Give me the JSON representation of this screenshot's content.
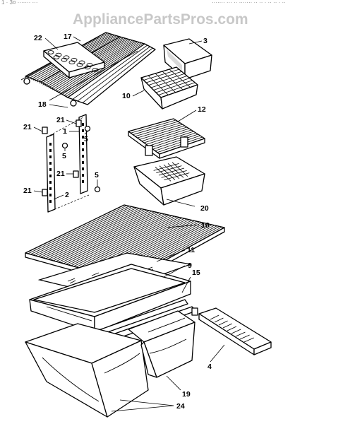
{
  "header": {
    "left_text": "1 · 3¤ ·······  ···",
    "right_text": "······· ··· ·· ·······  ·· ·· · ·· ·· · ··"
  },
  "watermark": {
    "text": "AppliancePartsPros.com"
  },
  "callouts": [
    {
      "id": "22",
      "text": "22"
    },
    {
      "id": "17",
      "text": "17"
    },
    {
      "id": "3",
      "text": "3"
    },
    {
      "id": "10",
      "text": "10"
    },
    {
      "id": "18",
      "text": "18"
    },
    {
      "id": "12",
      "text": "12"
    },
    {
      "id": "21a",
      "text": "21"
    },
    {
      "id": "21b",
      "text": "21"
    },
    {
      "id": "1",
      "text": "1"
    },
    {
      "id": "5a",
      "text": "5"
    },
    {
      "id": "5b",
      "text": "5"
    },
    {
      "id": "21c",
      "text": "21"
    },
    {
      "id": "5c",
      "text": "5"
    },
    {
      "id": "21d",
      "text": "21"
    },
    {
      "id": "2",
      "text": "2"
    },
    {
      "id": "20",
      "text": "20"
    },
    {
      "id": "16",
      "text": "16"
    },
    {
      "id": "11",
      "text": "11"
    },
    {
      "id": "9",
      "text": "9"
    },
    {
      "id": "15",
      "text": "15"
    },
    {
      "id": "4",
      "text": "4"
    },
    {
      "id": "19",
      "text": "19"
    },
    {
      "id": "24",
      "text": "24"
    }
  ]
}
